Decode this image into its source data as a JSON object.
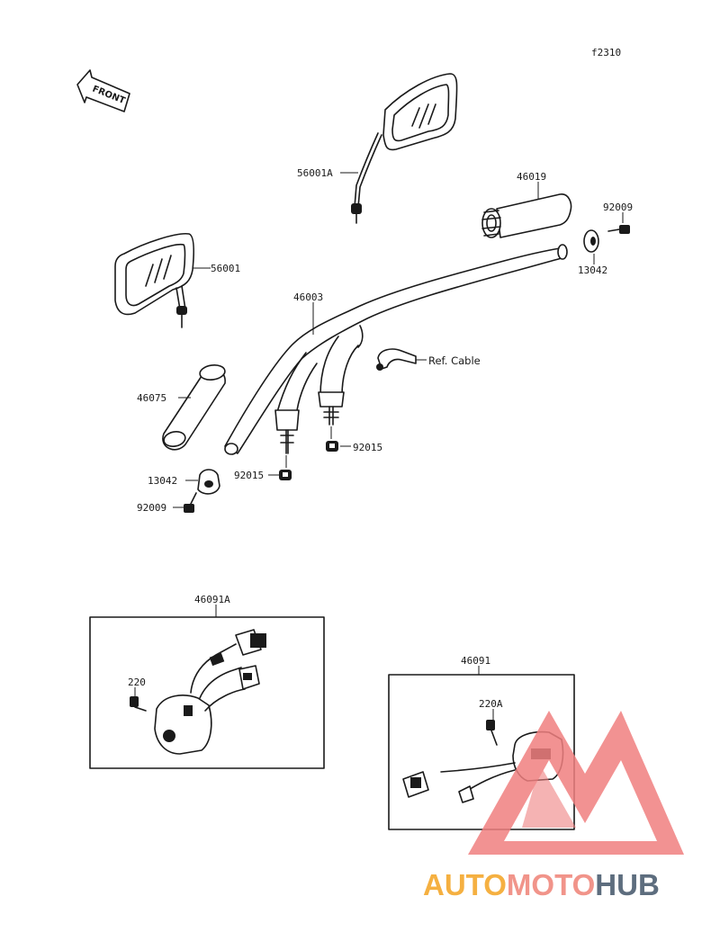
{
  "figure_code": "f2310",
  "front_arrow_label": "FRONT",
  "parts": {
    "mirror_right": "56001A",
    "mirror_left": "56001",
    "grip_right": "46019",
    "bolt_right": "92009",
    "weight_right": "13042",
    "handlebar": "46003",
    "cable_clamp": "Ref. Cable",
    "grip_left": "46075",
    "nut_right": "92015",
    "weight_left": "13042",
    "nut_left": "92015",
    "bolt_left": "92009",
    "switch_left_assy": "46091A",
    "switch_left_screw": "220",
    "switch_right_assy": "46091",
    "switch_right_screw": "220A"
  },
  "watermark": {
    "part1": "AUTO",
    "part2": "MOTO",
    "part3": "HUB",
    "colors": {
      "auto": "#f5b041",
      "moto": "#f1948a",
      "hub": "#5d6d7e",
      "logo": "#f08080"
    }
  }
}
